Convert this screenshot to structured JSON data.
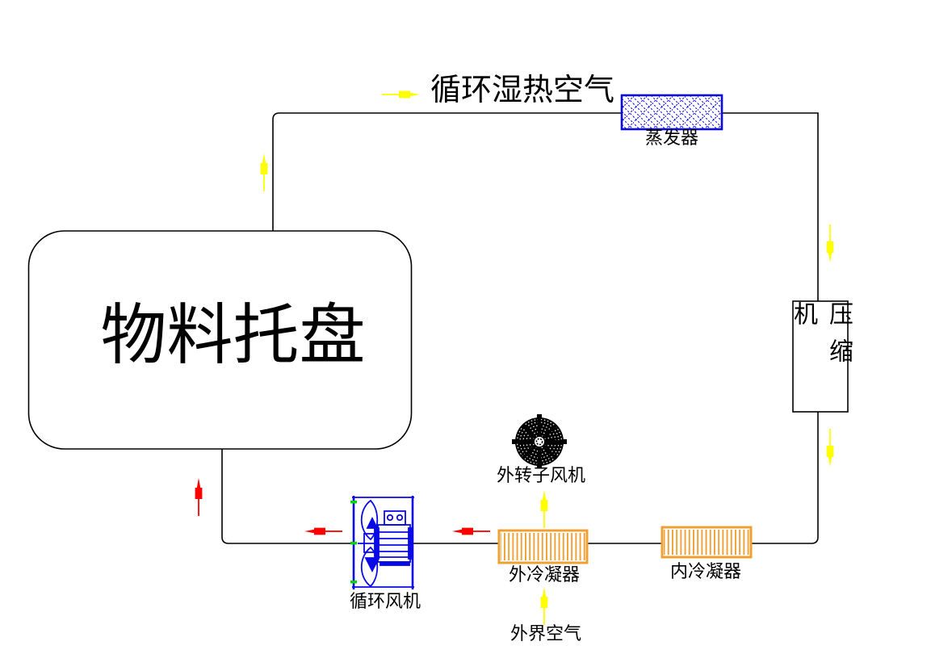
{
  "diagram": {
    "top_flow_label": "循环湿热空气",
    "components": {
      "evaporator": "蒸发器",
      "compressor": "压缩机",
      "material_tray": "物料托盘",
      "outer_rotor_fan": "外转子风机",
      "external_condenser": "外冷凝器",
      "internal_condenser": "内冷凝器",
      "circulating_fan": "循环风机"
    },
    "flow_labels": {
      "outside_air": "外界空气"
    }
  },
  "colors": {
    "bg": "#FFFFFF",
    "pipe_black": "#000000",
    "refrigerant_blue": "#0A0AE6",
    "condenser_orange": "#F0A033",
    "hot_air_yellow": "#FFFF00",
    "dry_air_red": "#FF0000",
    "marker_green": "#00D800",
    "fan_black": "#000000"
  }
}
